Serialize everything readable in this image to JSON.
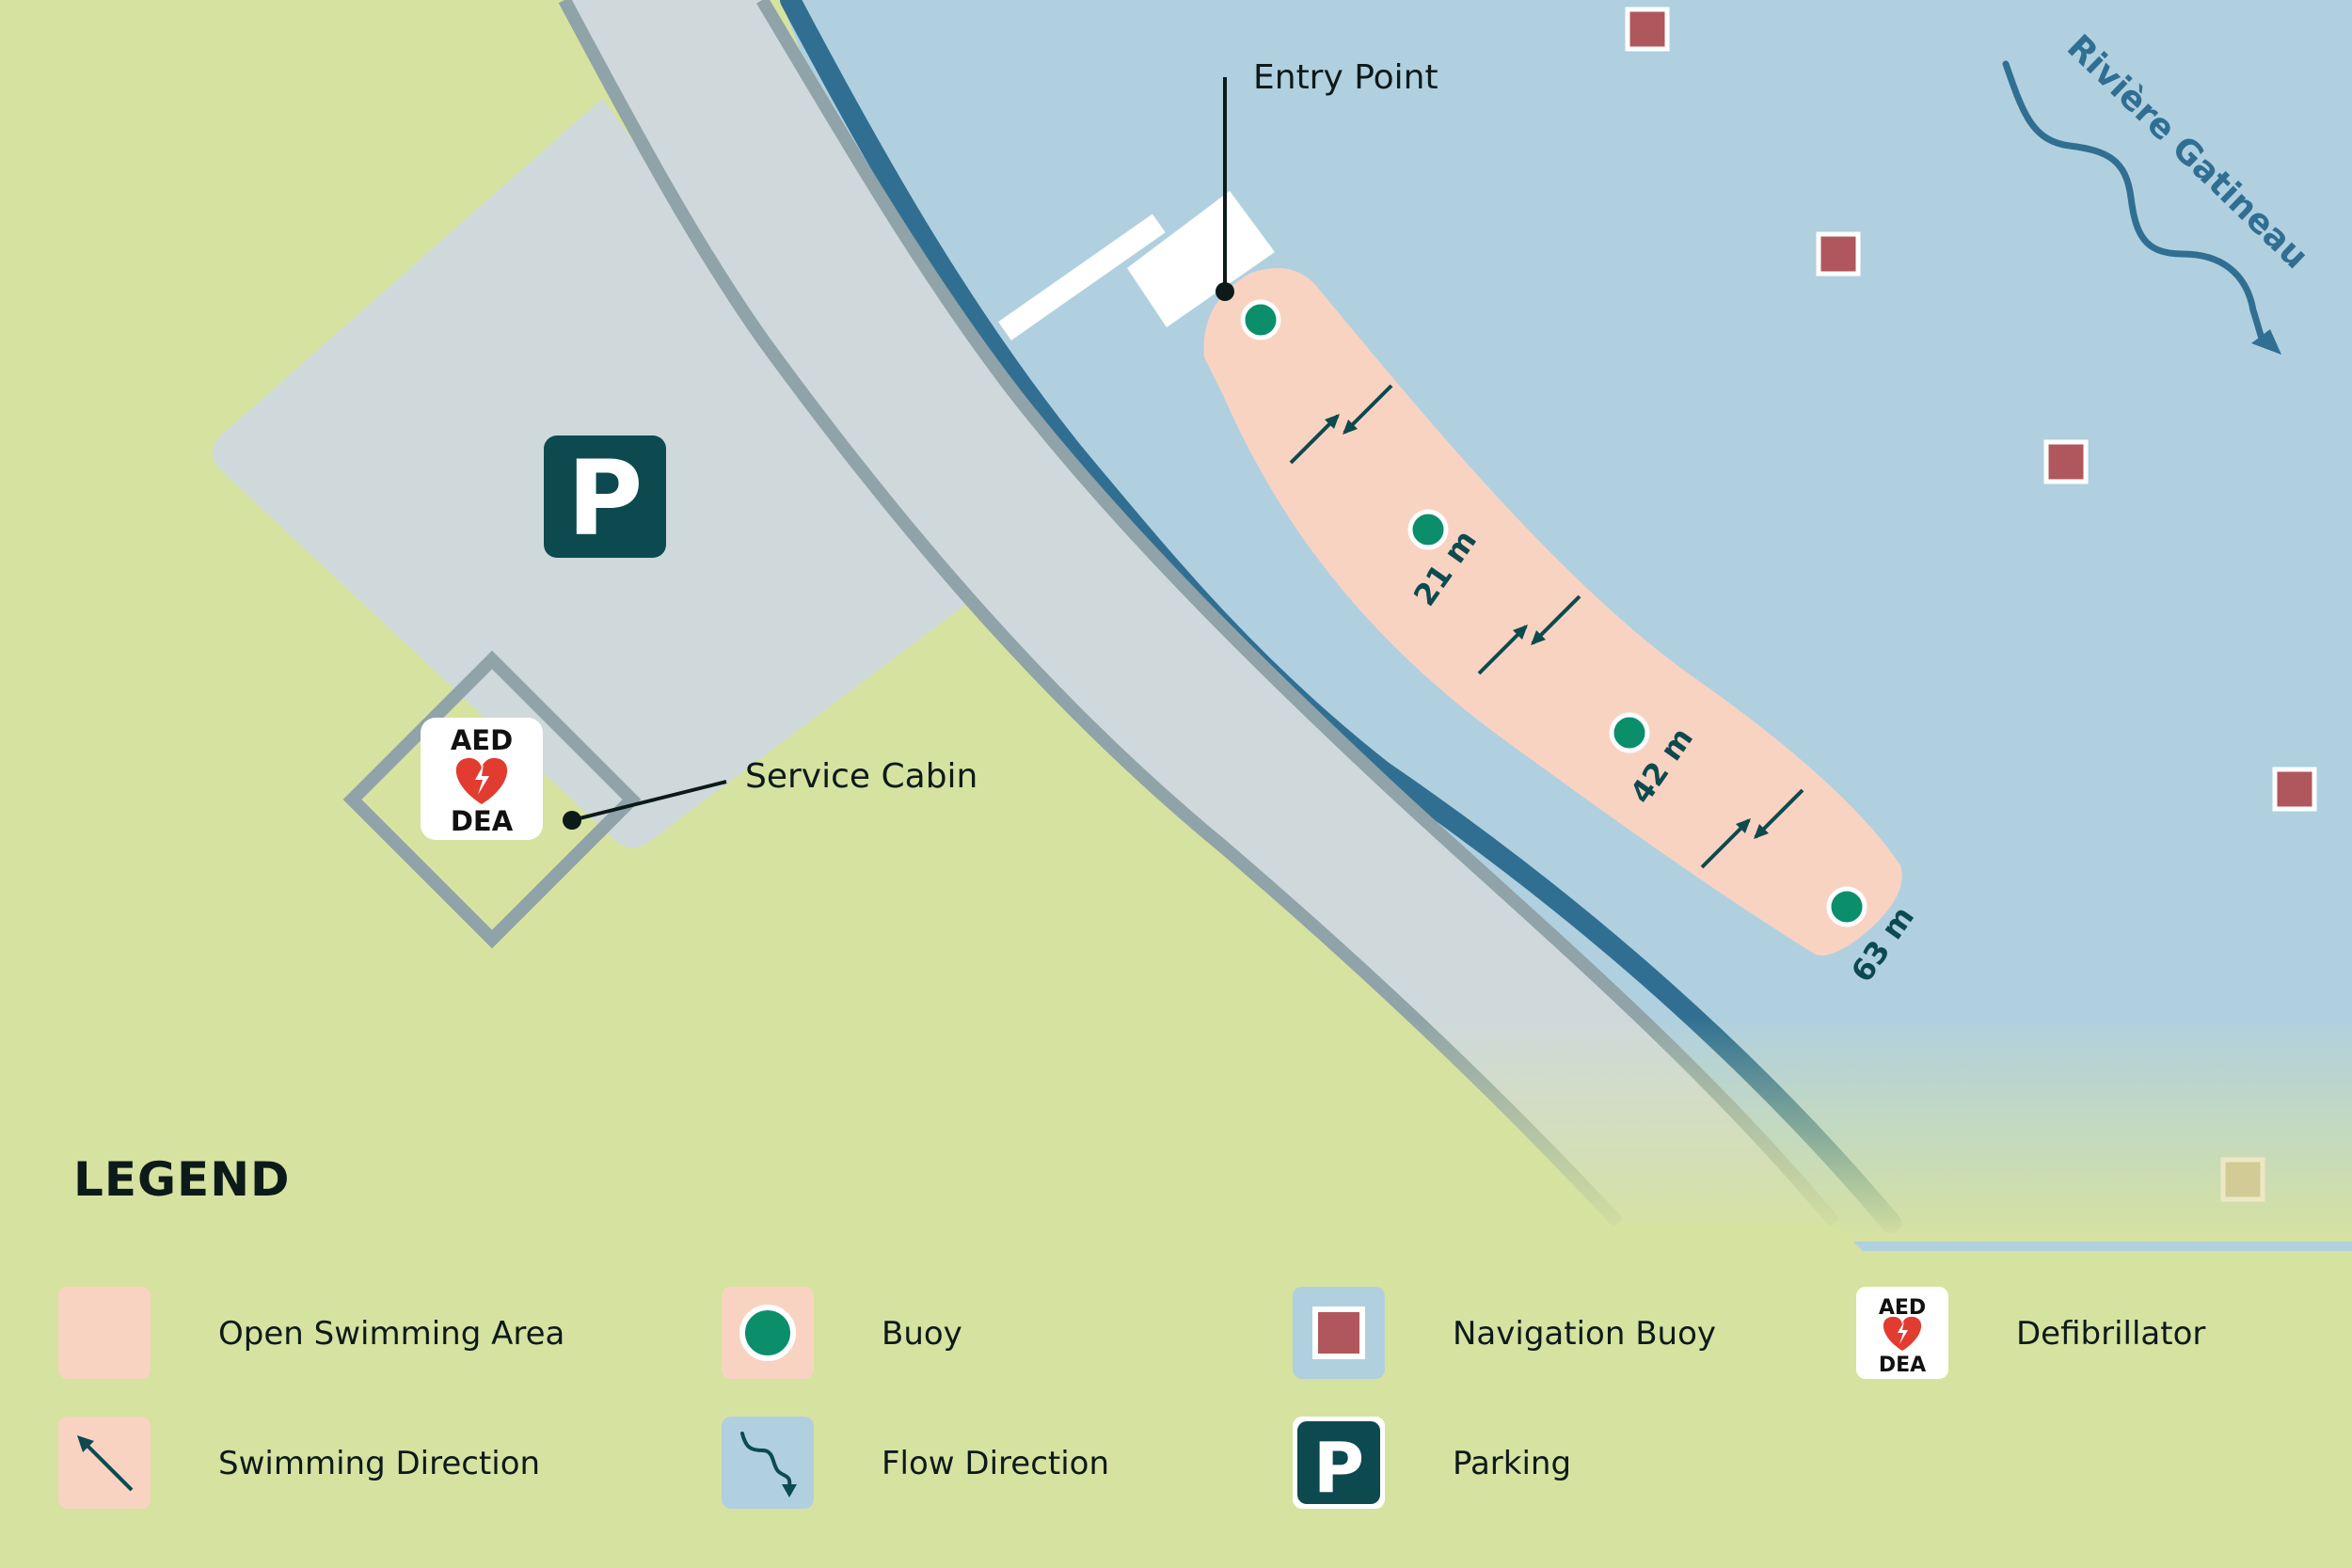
{
  "map": {
    "labels": {
      "entry_point": "Entry Point",
      "service_cabin": "Service Cabin",
      "river": "Rivière Gatineau"
    },
    "distances": [
      "21 m",
      "42 m",
      "63 m"
    ],
    "parking_letter": "P",
    "aed_top": "AED",
    "aed_bottom": "DEA"
  },
  "legend": {
    "title": "LEGEND",
    "items": [
      {
        "label": "Open Swimming Area",
        "icon": "swimming-area-swatch"
      },
      {
        "label": "Buoy",
        "icon": "buoy-icon"
      },
      {
        "label": "Navigation Buoy",
        "icon": "navigation-buoy-icon"
      },
      {
        "label": "Defibrillator",
        "icon": "aed-icon"
      },
      {
        "label": "Swimming Direction",
        "icon": "arrow-icon"
      },
      {
        "label": "Flow Direction",
        "icon": "wavy-arrow-icon"
      },
      {
        "label": "Parking",
        "icon": "parking-icon"
      }
    ]
  },
  "colors": {
    "land": "#d6e2a0",
    "water": "#b0d0e0",
    "path": "#cfd9dc",
    "path_edge": "#8fa3a8",
    "shoreline": "#306f92",
    "swim_area": "#f9d3c1",
    "buoy": "#0b8f6a",
    "nav_buoy": "#b0575e",
    "dark_teal": "#0c4a50",
    "aed_red": "#e23b30"
  }
}
